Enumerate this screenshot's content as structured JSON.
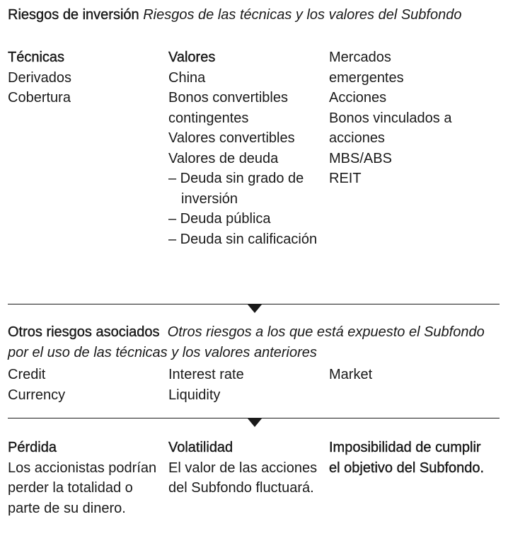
{
  "section1": {
    "title": "Riesgos de inversión",
    "subtitle": "Riesgos de las técnicas y los valores del Subfondo",
    "col1": {
      "heading": "Técnicas",
      "items": [
        "Derivados",
        "Cobertura"
      ]
    },
    "col2": {
      "heading": "Valores",
      "items": [
        "China",
        "Bonos convertibles contingentes",
        "Valores convertibles",
        "Valores de deuda",
        "– Deuda sin grado de inversión",
        "– Deuda pública",
        "– Deuda sin calificación"
      ]
    },
    "col3": {
      "items": [
        "Mercados emergentes",
        "Acciones",
        "Bonos vinculados a acciones",
        "MBS/ABS",
        "REIT"
      ]
    }
  },
  "section2": {
    "title": "Otros riesgos asociados",
    "subtitle": "Otros riesgos a los que está expuesto el Subfondo por el uso de las técnicas y los valores anteriores",
    "col1": [
      "Credit",
      "Currency"
    ],
    "col2": [
      "Interest rate",
      "Liquidity"
    ],
    "col3": [
      "Market"
    ]
  },
  "section3": {
    "col1": {
      "heading": "Pérdida",
      "text": "Los accionistas podrían perder la totalidad o parte de su dinero."
    },
    "col2": {
      "heading": "Volatilidad",
      "text": "El valor de las acciones del Subfondo fluctuará."
    },
    "col3": {
      "heading": "Imposibilidad de cumplir el objetivo del Subfondo."
    }
  }
}
